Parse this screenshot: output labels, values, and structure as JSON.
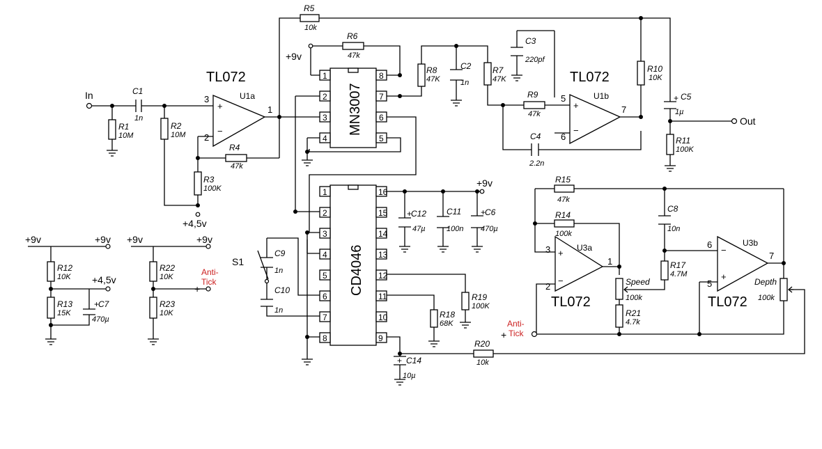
{
  "accent_color": "#cc2222",
  "ics": {
    "u1a_part": "TL072",
    "u1a_ref": "U1a",
    "u1b_part": "TL072",
    "u1b_ref": "U1b",
    "u3a_part": "TL072",
    "u3a_ref": "U3a",
    "u3b_part": "TL072",
    "u3b_ref": "U3b",
    "bbd": "MN3007",
    "clock": "CD4046"
  },
  "nets": {
    "in": "In",
    "out": "Out",
    "v9": "+9v",
    "v45": "+4,5v",
    "anti": "Anti-",
    "tick": "Tick",
    "plus": "+"
  },
  "switch": "S1",
  "opamp_signs": {
    "plus": "+",
    "minus": "−"
  },
  "pins": {
    "u1a": [
      "3",
      "2",
      "1"
    ],
    "u1b": [
      "5",
      "6",
      "7"
    ],
    "u3a": [
      "3",
      "2",
      "1"
    ],
    "u3b": [
      "6",
      "5",
      "7"
    ],
    "mn_left": [
      "1",
      "2",
      "3",
      "4"
    ],
    "mn_right": [
      "8",
      "7",
      "6",
      "5"
    ],
    "cd_left": [
      "1",
      "2",
      "3",
      "4",
      "5",
      "6",
      "7",
      "8"
    ],
    "cd_right": [
      "16",
      "15",
      "14",
      "13",
      "12",
      "11",
      "10",
      "9"
    ]
  },
  "components": {
    "R1": {
      "ref": "R1",
      "val": "10M"
    },
    "R2": {
      "ref": "R2",
      "val": "10M"
    },
    "R3": {
      "ref": "R3",
      "val": "100K"
    },
    "R4": {
      "ref": "R4",
      "val": "47k"
    },
    "R5": {
      "ref": "R5",
      "val": "10k"
    },
    "R6": {
      "ref": "R6",
      "val": "47k"
    },
    "R7": {
      "ref": "R7",
      "val": "47K"
    },
    "R8": {
      "ref": "R8",
      "val": "47K"
    },
    "R9": {
      "ref": "R9",
      "val": "47k"
    },
    "R10": {
      "ref": "R10",
      "val": "10K"
    },
    "R11": {
      "ref": "R11",
      "val": "100K"
    },
    "R12": {
      "ref": "R12",
      "val": "10K"
    },
    "R13": {
      "ref": "R13",
      "val": "15K"
    },
    "R14": {
      "ref": "R14",
      "val": "100k"
    },
    "R15": {
      "ref": "R15",
      "val": "47k"
    },
    "R17": {
      "ref": "R17",
      "val": "4.7M"
    },
    "R18": {
      "ref": "R18",
      "val": "68K"
    },
    "R19": {
      "ref": "R19",
      "val": "100K"
    },
    "R20": {
      "ref": "R20",
      "val": "10k"
    },
    "R21": {
      "ref": "R21",
      "val": "4.7k"
    },
    "R22": {
      "ref": "R22",
      "val": "10K"
    },
    "R23": {
      "ref": "R23",
      "val": "10K"
    },
    "C1": {
      "ref": "C1",
      "val": "1n"
    },
    "C2": {
      "ref": "C2",
      "val": "1n"
    },
    "C3": {
      "ref": "C3",
      "val": "220pf"
    },
    "C4": {
      "ref": "C4",
      "val": "2.2n"
    },
    "C5": {
      "ref": "C5",
      "val": "1µ"
    },
    "C6": {
      "ref": "C6",
      "val": "470µ"
    },
    "C7": {
      "ref": "C7",
      "val": "470µ"
    },
    "C8": {
      "ref": "C8",
      "val": "10n"
    },
    "C9": {
      "ref": "C9",
      "val": "1n"
    },
    "C10": {
      "ref": "C10",
      "val": "1n"
    },
    "C11": {
      "ref": "C11",
      "val": "100n"
    },
    "C12": {
      "ref": "C12",
      "val": "47µ"
    },
    "C14": {
      "ref": "C14",
      "val": "10µ"
    },
    "Speed": {
      "ref": "Speed",
      "val": "100k"
    },
    "Depth": {
      "ref": "Depth",
      "val": "100k"
    }
  }
}
